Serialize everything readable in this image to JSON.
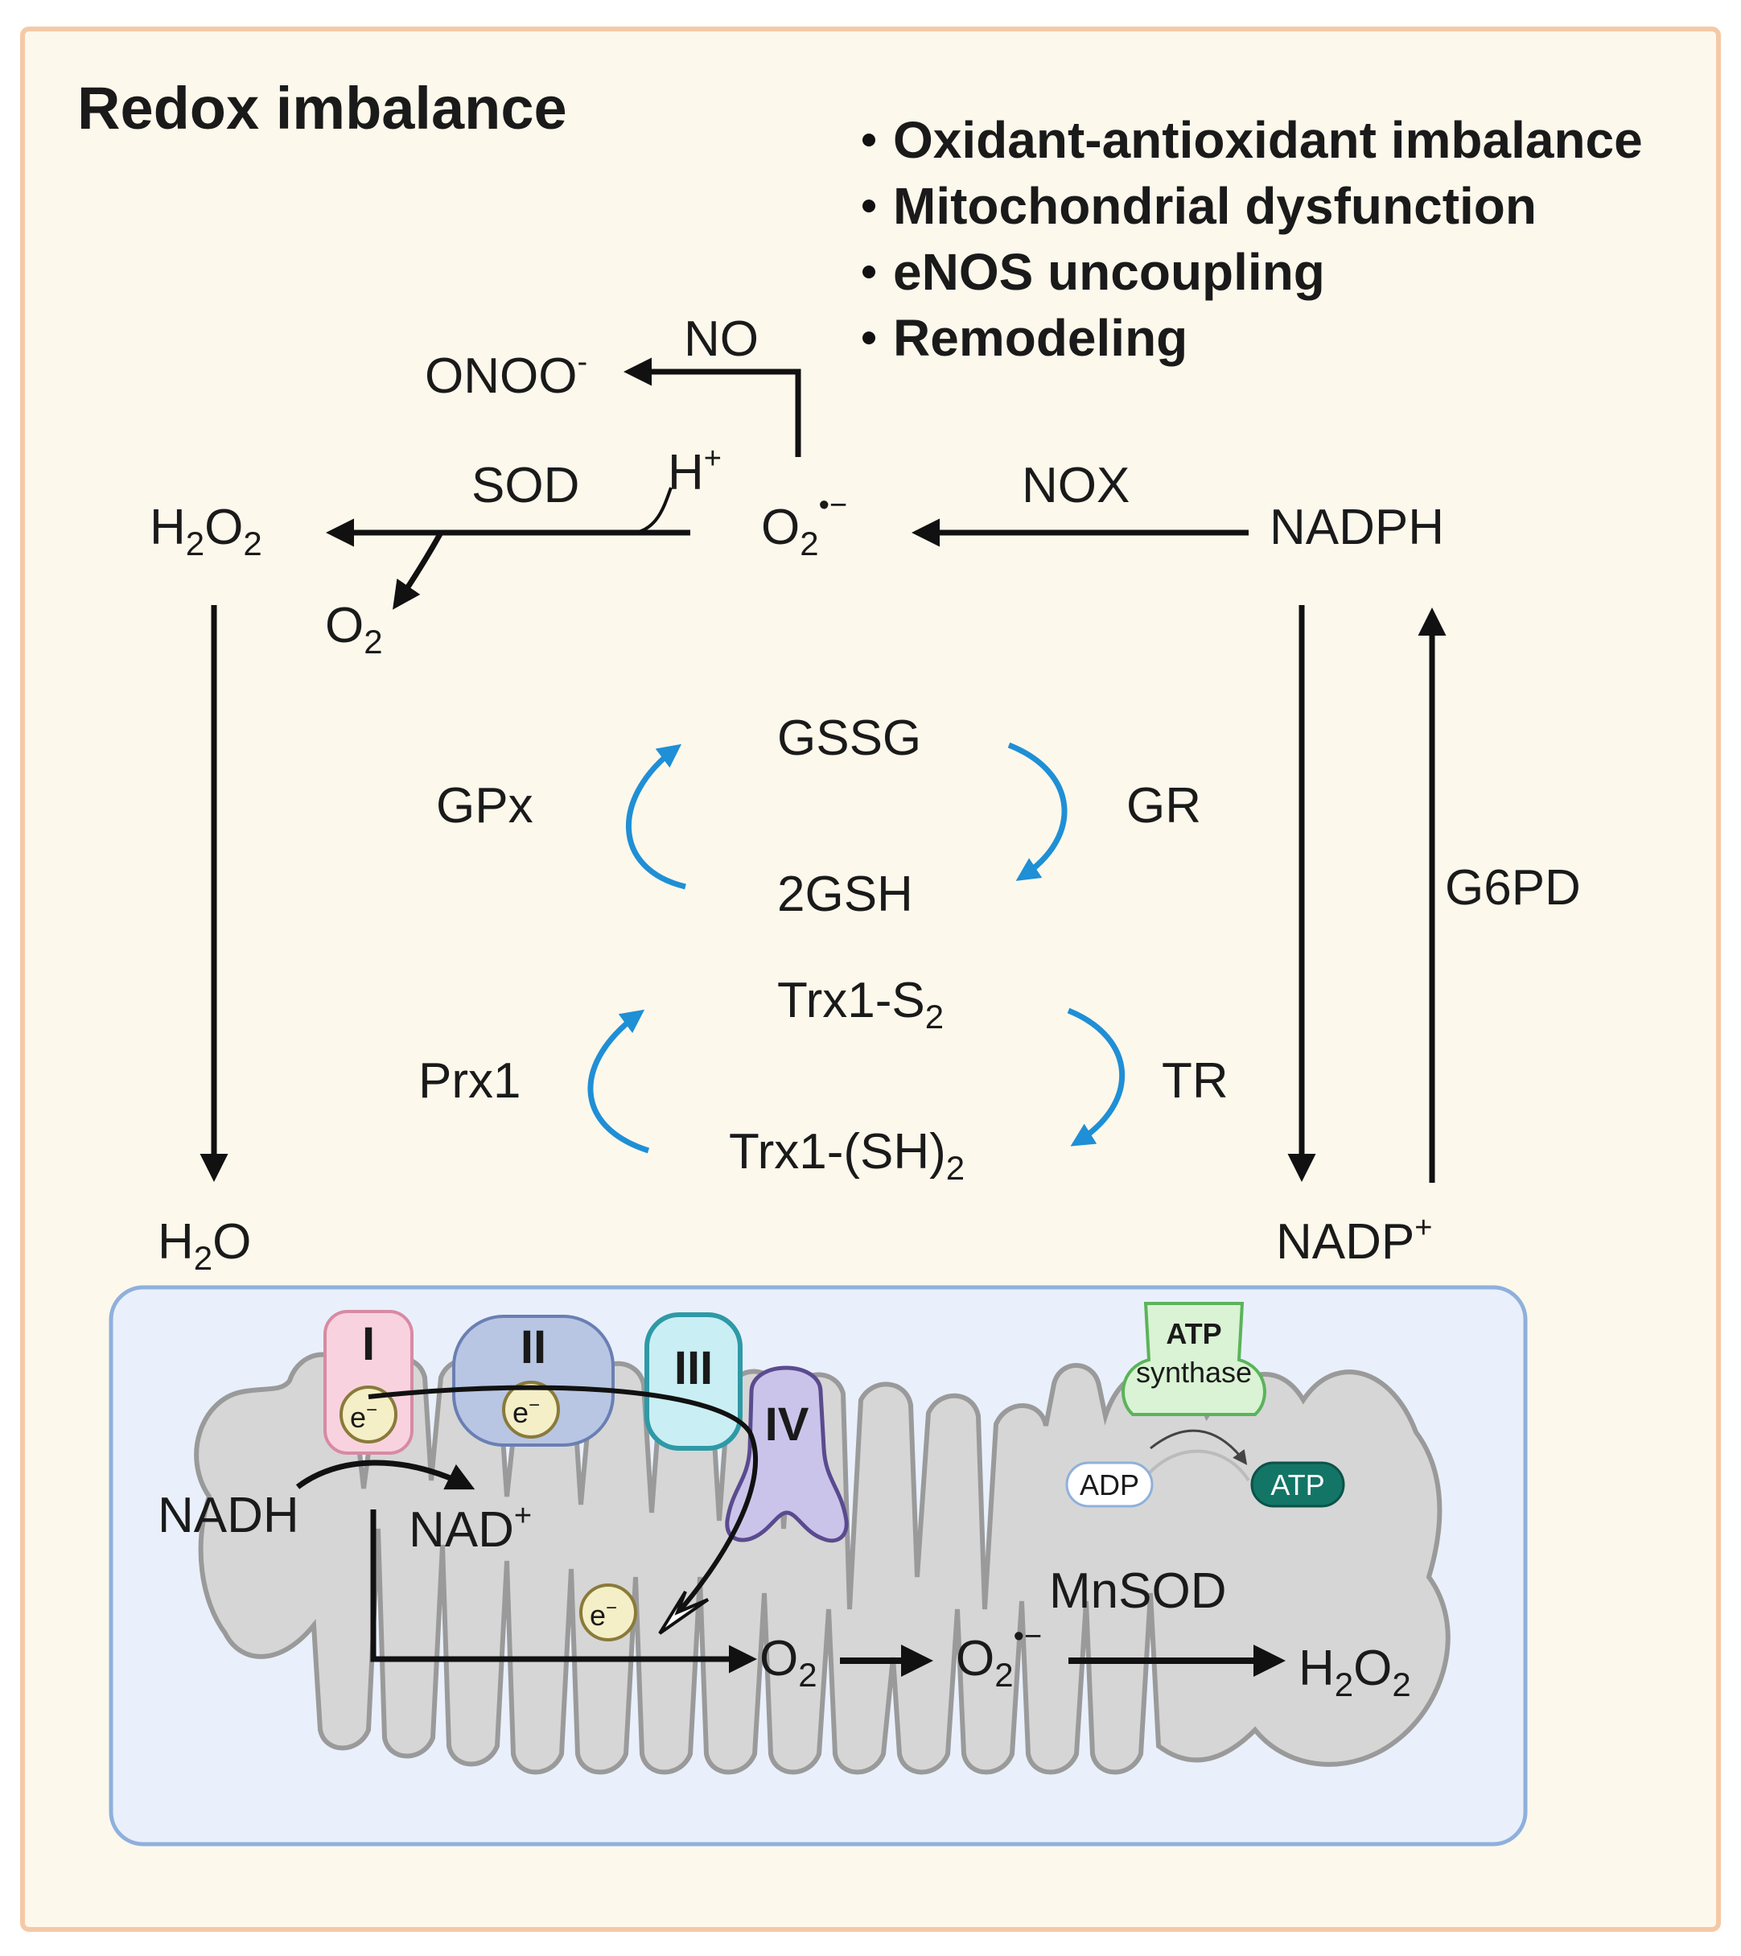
{
  "title": "Redox imbalance",
  "bullets": [
    "Oxidant-antioxidant imbalance",
    "Mitochondrial dysfunction",
    "eNOS uncoupling",
    "Remodeling"
  ],
  "labels": {
    "onoo": "ONOO",
    "onoo_charge": "-",
    "no": "NO",
    "h_plus": "H",
    "plus": "+",
    "sod": "SOD",
    "h": "H",
    "o": "O",
    "two": "2",
    "superoxide_mark": "•−",
    "nox": "NOX",
    "nadph": "NADPH",
    "gssg": "GSSG",
    "gpx": "GPx",
    "gr": "GR",
    "gsh": "2GSH",
    "g6pd": "G6PD",
    "trx_s2": "Trx1-S",
    "prx1": "Prx1",
    "tr": "TR",
    "trx_sh2": "Trx1-(SH)",
    "h2o_o": "O",
    "nadp": "NADP",
    "nadh": "NADH",
    "nad": "NAD",
    "complex_i": "I",
    "complex_ii": "II",
    "complex_iii": "III",
    "complex_iv": "IV",
    "electron": "e",
    "electron_charge": "−",
    "atp_synthase_1": "ATP",
    "atp_synthase_2": "synthase",
    "adp": "ADP",
    "atp": "ATP",
    "mnsod": "MnSOD"
  },
  "colors": {
    "background": "#fdf8ec",
    "border": "#f5c9a6",
    "mito_panel": "#e9f0fb",
    "mito_border": "#8fb0dc",
    "mito_body": "#d6d6d6",
    "blue_arrow": "#1f8fd6",
    "complex_i": "#f8d3df",
    "complex_ii": "#b8c6e4",
    "complex_iii": "#c9eef4",
    "complex_iv": "#cbc4ea",
    "electron": "#f4efc6",
    "atp_synthase": "#d9f3d4",
    "atp": "#137566"
  }
}
